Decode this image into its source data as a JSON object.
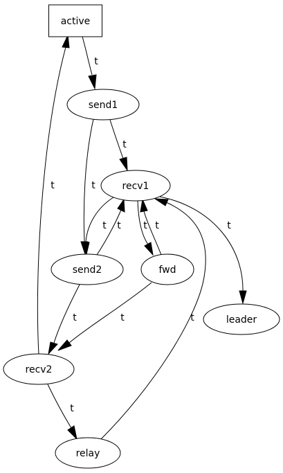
{
  "diagram": {
    "type": "directed-graph",
    "nodes": [
      {
        "id": "active",
        "label": "active",
        "shape": "box"
      },
      {
        "id": "send1",
        "label": "send1",
        "shape": "ellipse"
      },
      {
        "id": "recv1",
        "label": "recv1",
        "shape": "ellipse"
      },
      {
        "id": "send2",
        "label": "send2",
        "shape": "ellipse"
      },
      {
        "id": "fwd",
        "label": "fwd",
        "shape": "ellipse"
      },
      {
        "id": "leader",
        "label": "leader",
        "shape": "ellipse"
      },
      {
        "id": "recv2",
        "label": "recv2",
        "shape": "ellipse"
      },
      {
        "id": "relay",
        "label": "relay",
        "shape": "ellipse"
      }
    ],
    "edges": [
      {
        "from": "active",
        "to": "send1",
        "label": "t"
      },
      {
        "from": "send1",
        "to": "recv1",
        "label": "t"
      },
      {
        "from": "send1",
        "to": "send2",
        "label": "t"
      },
      {
        "from": "recv1",
        "to": "send2",
        "label": "t"
      },
      {
        "from": "send2",
        "to": "recv1",
        "label": "t"
      },
      {
        "from": "recv1",
        "to": "fwd",
        "label": "t"
      },
      {
        "from": "fwd",
        "to": "recv1",
        "label": "t"
      },
      {
        "from": "recv1",
        "to": "leader",
        "label": "t"
      },
      {
        "from": "send2",
        "to": "recv2",
        "label": "t"
      },
      {
        "from": "fwd",
        "to": "recv2",
        "label": "t"
      },
      {
        "from": "recv2",
        "to": "active",
        "label": "t"
      },
      {
        "from": "recv2",
        "to": "relay",
        "label": "t"
      },
      {
        "from": "relay",
        "to": "recv1",
        "label": "t"
      }
    ]
  }
}
